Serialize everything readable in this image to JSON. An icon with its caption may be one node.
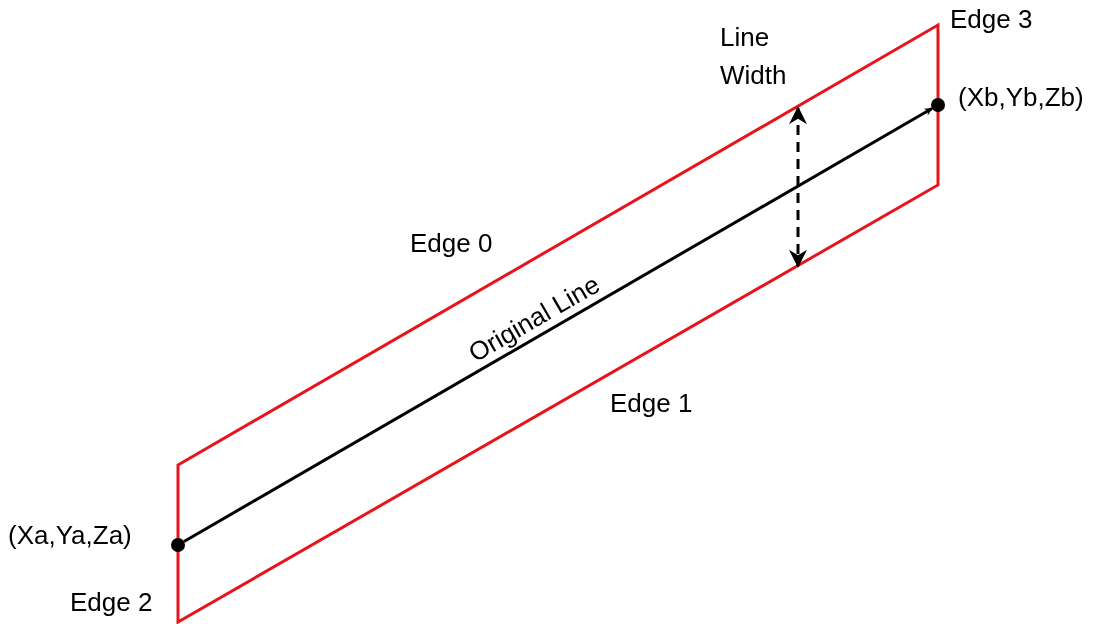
{
  "diagram": {
    "nodes": [
      {
        "text": [],
        "shape": "circle",
        "beside": [
          "(Xa,Ya,Za)"
        ]
      },
      {
        "text": [],
        "shape": "circle",
        "beside": [
          "(Xb,Yb,Zb)"
        ]
      }
    ],
    "edges": [
      {
        "from": 0,
        "to": 1,
        "arrow": "to",
        "label": "Original Line"
      }
    ],
    "labels": [
      "Edge 3",
      "Line Width",
      "Edge 0",
      "Edge 1",
      "Edge 2"
    ]
  }
}
